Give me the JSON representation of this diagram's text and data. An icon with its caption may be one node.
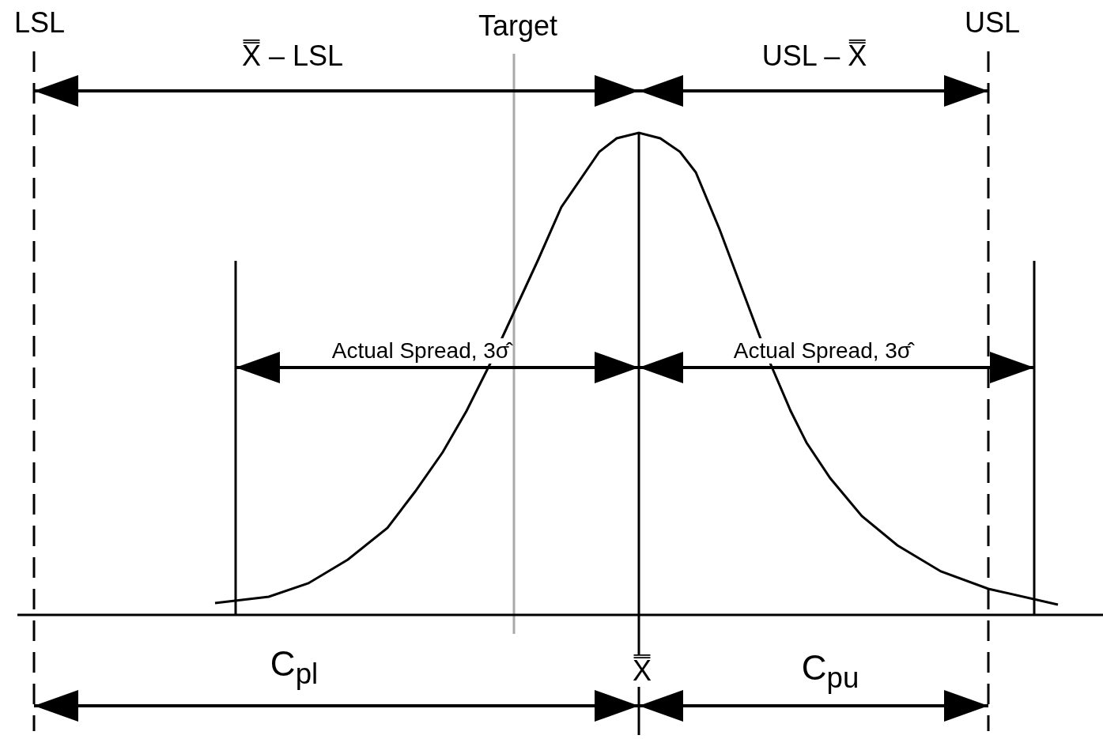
{
  "diagram": {
    "labels": [
      "LSL",
      "Target",
      "USL",
      "X̿ – LSL",
      "USL – X̿",
      "Actual Spread, 3σ̂",
      "Actual Spread, 3σ̂",
      "C$_{pl}$",
      "X̿",
      "C$_{pu}$"
    ]
  }
}
